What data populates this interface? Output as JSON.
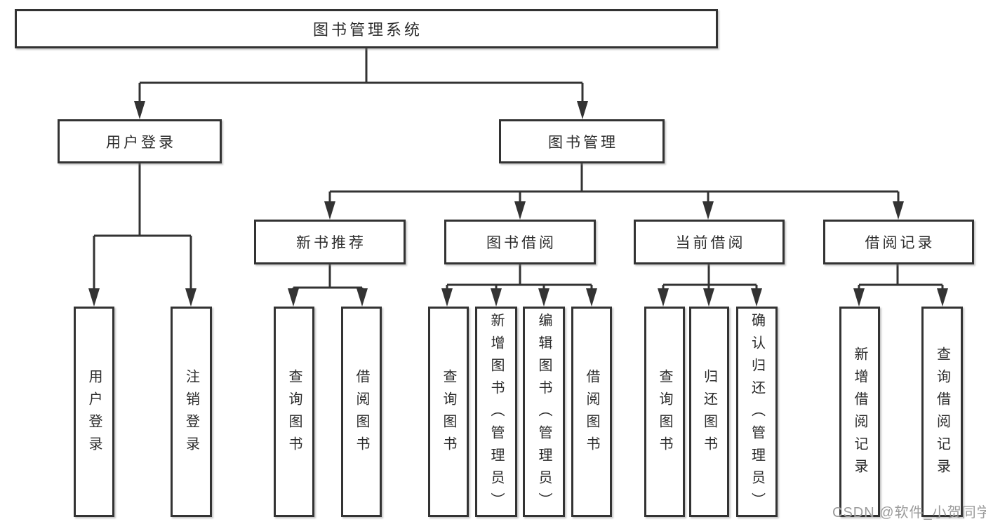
{
  "diagram": {
    "title": "图书管理系统",
    "level2": [
      {
        "label": "用户登录"
      },
      {
        "label": "图书管理"
      }
    ],
    "level3": [
      {
        "label": "新书推荐"
      },
      {
        "label": "图书借阅"
      },
      {
        "label": "当前借阅"
      },
      {
        "label": "借阅记录"
      }
    ],
    "leaves": {
      "user_login": [
        "用户登录",
        "注销登录"
      ],
      "new_book": [
        "查询图书",
        "借阅图书"
      ],
      "book_borrow": [
        "查询图书",
        "新增图书（管理员）",
        "编辑图书（管理员）",
        "借阅图书"
      ],
      "current_borrow": [
        "查询图书",
        "归还图书",
        "确认归还（管理员）"
      ],
      "borrow_record": [
        "新增借阅记录",
        "查询借阅记录"
      ]
    }
  },
  "colors": {
    "line": "#333333",
    "box_border": "#333333",
    "text": "#2b2b2b",
    "watermark": "#9b9b9b",
    "background": "#ffffff"
  },
  "watermark": "CSDN @软件_小贺同学"
}
